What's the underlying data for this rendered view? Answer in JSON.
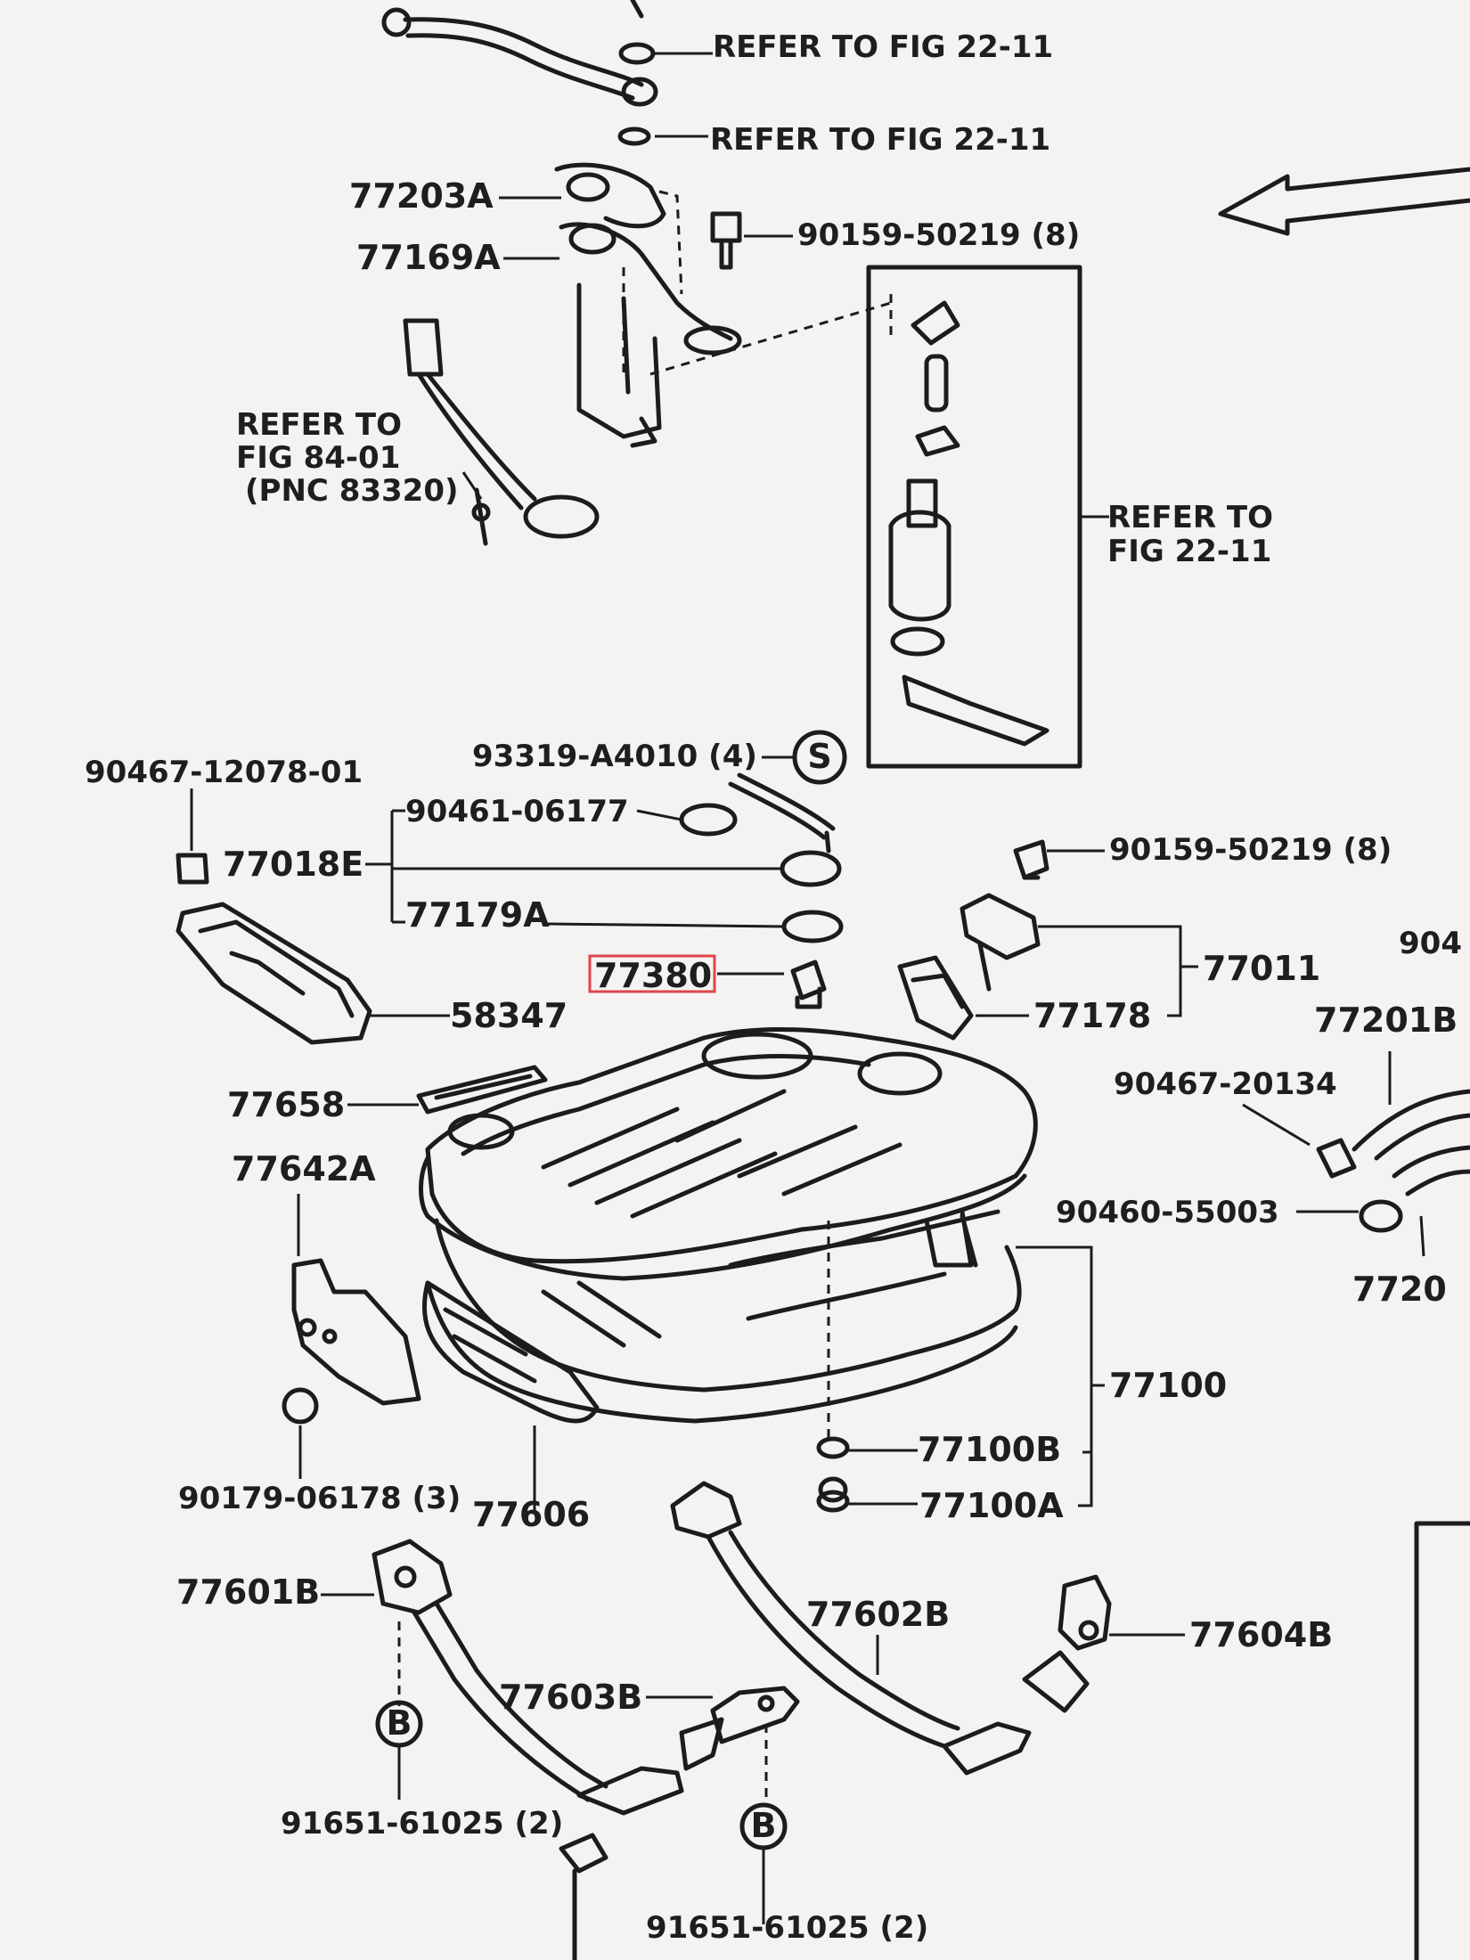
{
  "labels": {
    "refer_top1": "REFER TO FIG 22-11",
    "refer_top2": "REFER TO FIG 22-11",
    "p77203a": "77203A",
    "p90159_top": "90159-50219 (8)",
    "p77169a": "77169A",
    "refer_fig84_l1": "REFER TO",
    "refer_fig84_l2": "FIG 84-01",
    "refer_fig84_l3": "(PNC 83320)",
    "refer_box_l1": "REFER TO",
    "refer_box_l2": "FIG 22-11",
    "p93319": "93319-A4010 (4)",
    "circle_s": "S",
    "p90467_12078": "90467-12078-01",
    "p90461": "90461-06177",
    "p77018e": "77018E",
    "p90159_right": "90159-50219 (8)",
    "p77179a": "77179A",
    "p90_cut": "904",
    "p77380": "77380",
    "p77011": "77011",
    "p58347": "58347",
    "p77178": "77178",
    "p77201b": "77201B",
    "p77658": "77658",
    "p90467_20134": "90467-20134",
    "p77642a": "77642A",
    "p90460": "90460-55003",
    "p77201_cut": "7720",
    "p77100": "77100",
    "p77100b": "77100B",
    "p90179": "90179-06178 (3)",
    "p77606": "77606",
    "p77100a": "77100A",
    "p77601b": "77601B",
    "p77602b": "77602B",
    "p77604b": "77604B",
    "p77603b": "77603B",
    "circle_b1": "B",
    "circle_b2": "B",
    "p91651_left": "91651-61025 (2)",
    "p91651_bottom": "91651-61025 (2)"
  },
  "highlight_color": "#e0454a"
}
